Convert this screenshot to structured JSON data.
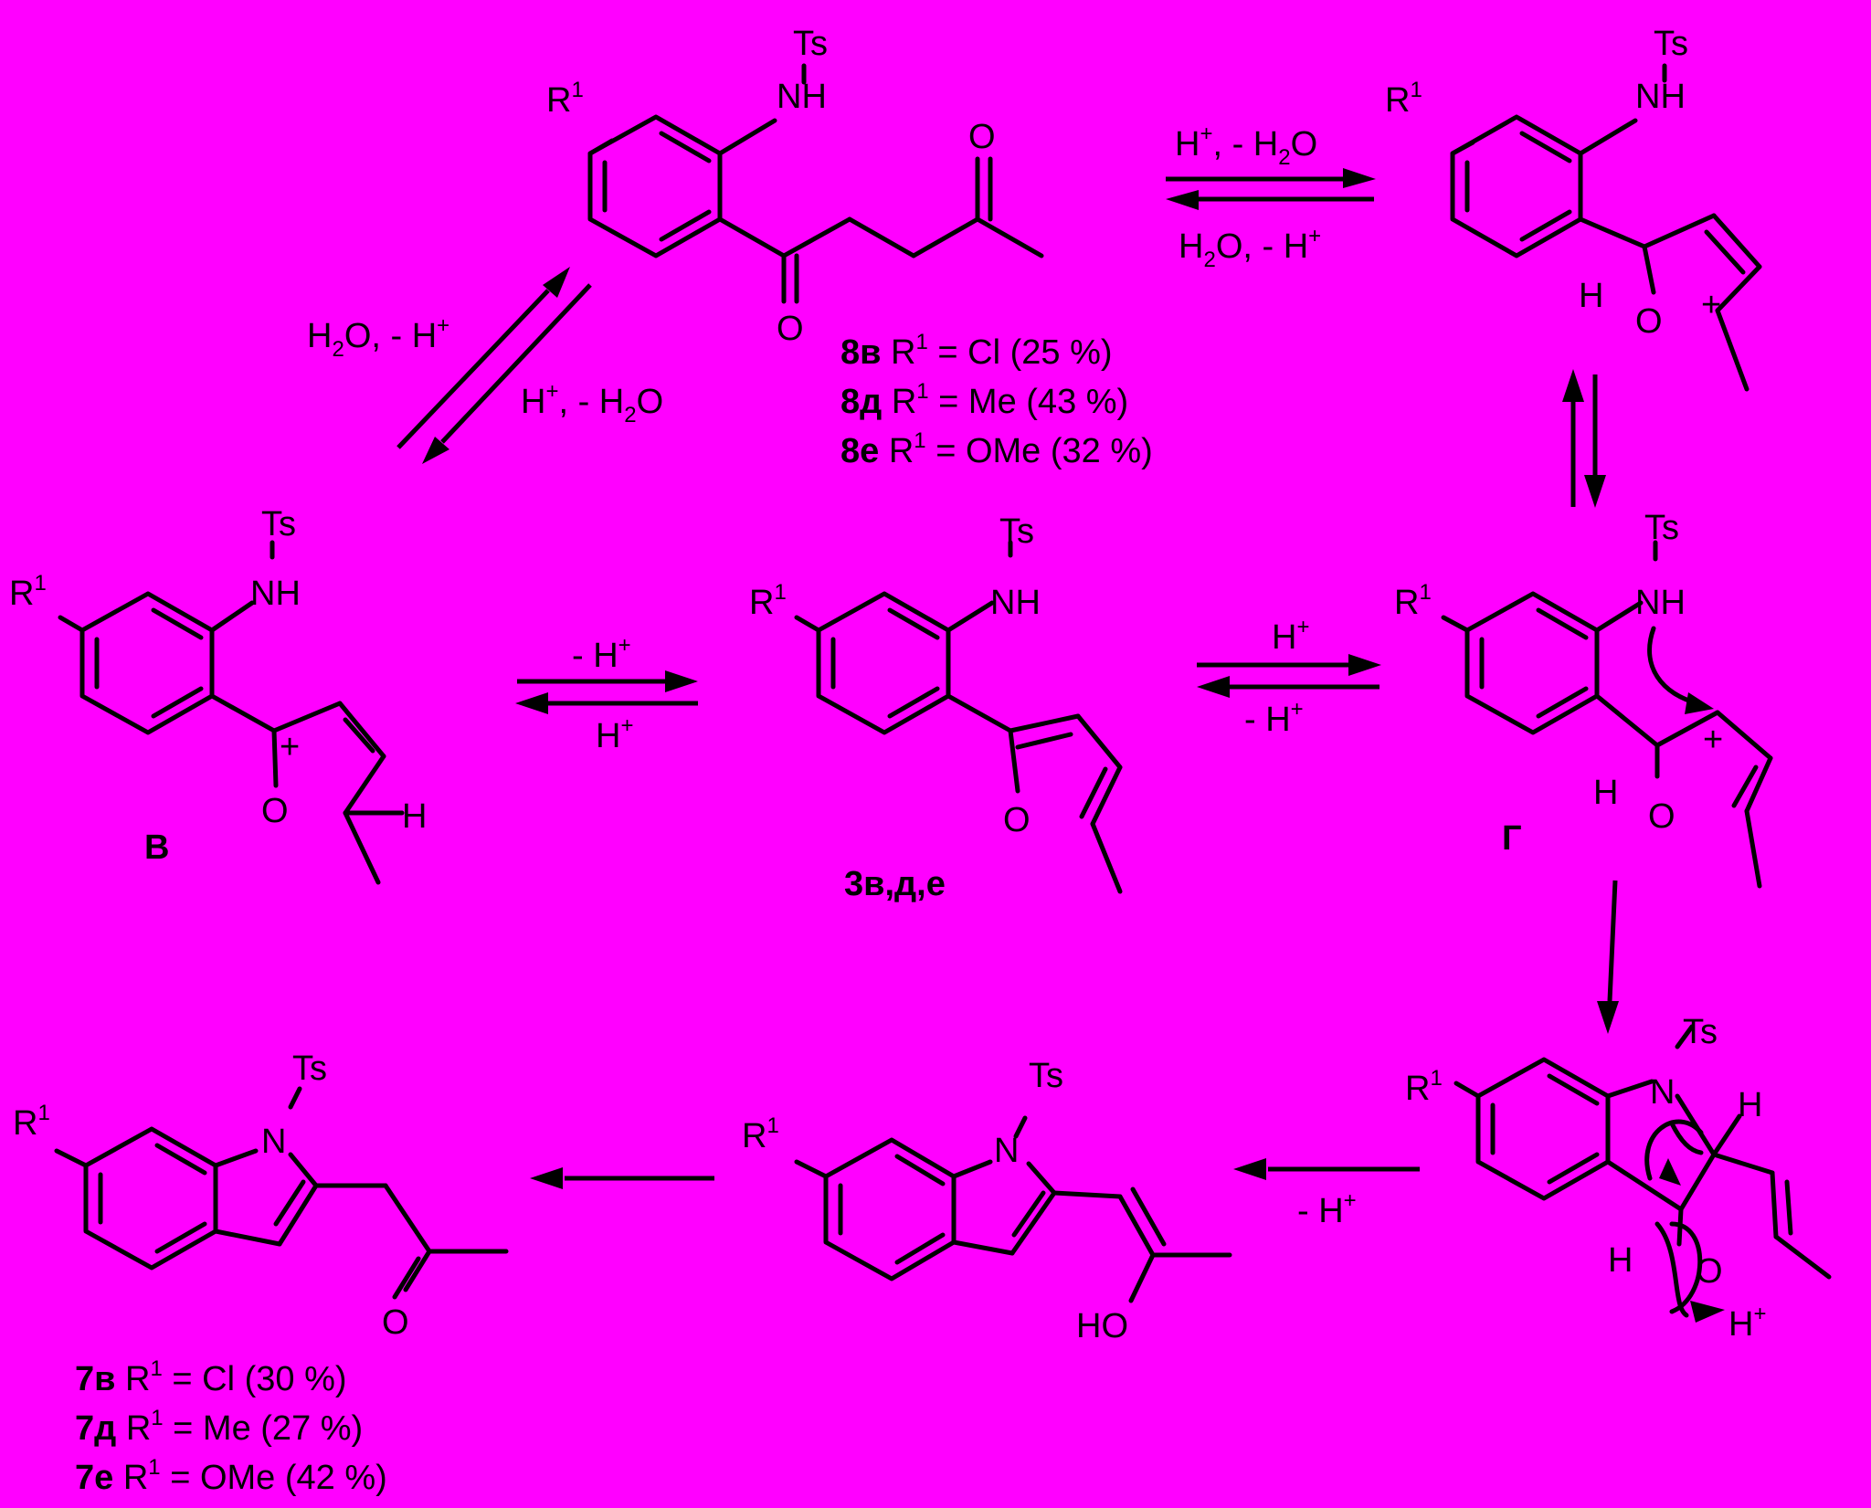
{
  "labels": {
    "ts": "Ts",
    "nh": "NH",
    "n": "N",
    "r1": "R",
    "sup_1": "1",
    "o": "O",
    "h": "H",
    "ho": "HO",
    "plus": "+",
    "minus_h_plus": "- H",
    "h_plus": "H",
    "comma_minus_h2o": ", - H",
    "h2o_part": "H",
    "two": "2",
    "o_part": "O, - H",
    "o_letter": "O"
  },
  "compound_names": {
    "b": "В",
    "g": "Г",
    "c3": "3в,д,е"
  },
  "series8": [
    {
      "id": "8в",
      "rest": " R",
      "sup": "1",
      "tail": " = Cl (25 %)"
    },
    {
      "id": "8д",
      "rest": " R",
      "sup": "1",
      "tail": " = Me (43 %)"
    },
    {
      "id": "8е",
      "rest": " R",
      "sup": "1",
      "tail": " = OMe (32 %)"
    }
  ],
  "series7": [
    {
      "id": "7в",
      "rest": " R",
      "sup": "1",
      "tail": " = Cl (30 %)"
    },
    {
      "id": "7д",
      "rest": " R",
      "sup": "1",
      "tail": " = Me (27 %)"
    },
    {
      "id": "7е",
      "rest": "  R",
      "sup": "1",
      "tail": " = OMe (42 %)"
    }
  ]
}
